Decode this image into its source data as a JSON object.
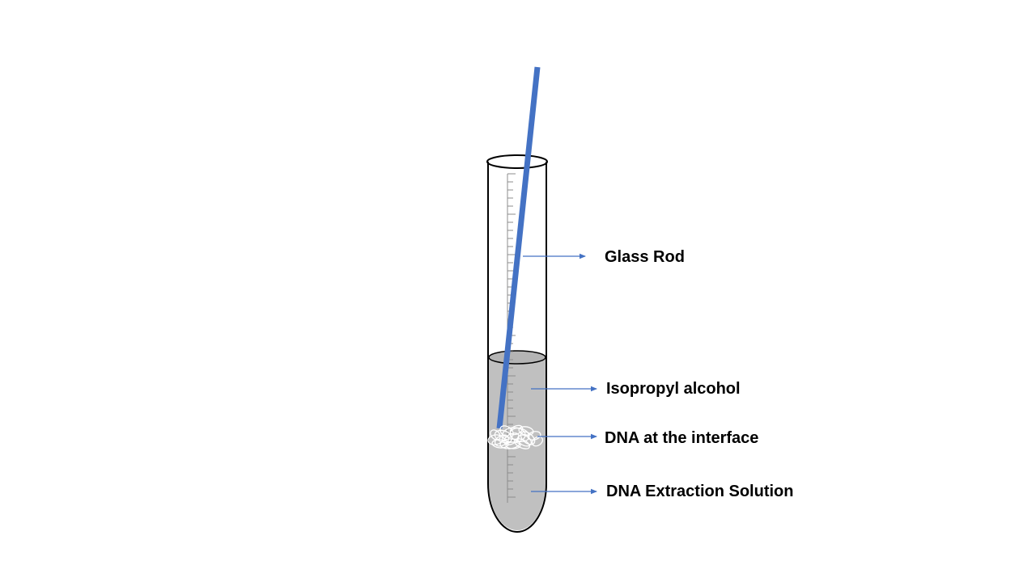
{
  "labels": {
    "glass_rod": "Glass Rod",
    "isopropyl": "Isopropyl alcohol",
    "dna_interface": "DNA at the interface",
    "extraction_solution": "DNA Extraction Solution"
  },
  "colors": {
    "rod": "#4472c4",
    "arrow": "#4472c4",
    "liquid": "#c0c0c0",
    "tube_outline": "#000000",
    "scale_ticks": "#8c8c8c",
    "dna_strands": "#ffffff"
  }
}
